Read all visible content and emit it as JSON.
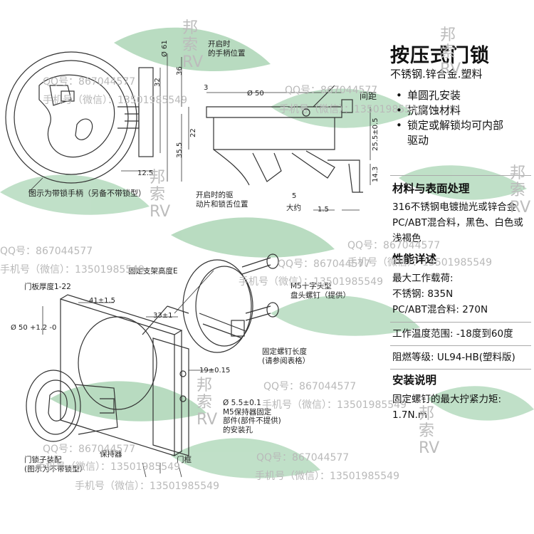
{
  "title": "按压式门锁",
  "subtitle": "不锈钢.锌合金.塑料",
  "bullets": [
    "单圆孔安装",
    "抗腐蚀材料",
    "锁定或解锁均可内部",
    "驱动"
  ],
  "materials": {
    "heading": "材料与表面处理",
    "lines": [
      "316不锈钢电镀抛光或锌合金",
      "PC/ABT混合料，黑色、白色或",
      "浅褐色"
    ]
  },
  "performance": {
    "heading": "性能详述",
    "load_label": "最大工作载荷:",
    "steel": "不锈钢:  835N",
    "pc": "PC/ABT混合料:  270N",
    "temp": "工作温度范围: -18度到60度",
    "flame": "阻燃等级:  UL94-HB(塑料版)"
  },
  "install": {
    "heading": "安装说明",
    "lines": [
      "固定螺钉的最大拧紧力矩:",
      "1.7N.m"
    ]
  },
  "diagram_labels": {
    "open_handle_pos_1": "开启时",
    "open_handle_pos_2": "的手柄位置",
    "gap": "间距",
    "handle_note": "图示为带锁手柄（另备不带锁型）",
    "driver_pos_1": "开启时的驱",
    "driver_pos_2": "动片和锁舌位置",
    "approx": "大约",
    "bracket_height": "固定支架高度E",
    "door_thickness": "门板厚度1-22",
    "screw_1": "M5十字头型",
    "screw_2": "盘头螺钉（提供）",
    "screw_len_1": "固定螺钉长度",
    "screw_len_2": "(请参阅表格）",
    "hole_1": "Ø 5.5±0.1",
    "hole_2": "M5保持器固定",
    "hole_3": "部件(部件不提供)",
    "hole_4": "的安装孔",
    "subassembly_1": "门锁子装配",
    "subassembly_2": "(图示为不带锁型）",
    "retainer": "保持器",
    "door_frame": "门框"
  },
  "dimensions": {
    "d61": "Ø 61",
    "d36": "36",
    "d32": "32",
    "d3": "3",
    "d50": "Ø 50",
    "d22": "22",
    "d355": "35.5",
    "d255": "25.5±0.5",
    "d143": "14.3",
    "d125": "12.5",
    "d5": "5",
    "d15": "1.5",
    "d41": "41±1.5",
    "d33": "33±1",
    "d50tol": "Ø 50 +1.2 -0",
    "d19": "19±0.15"
  },
  "watermarks": {
    "qq": "QQ号：867044577",
    "phone": "手机号（微信）：13501985549",
    "brand_1": "邦",
    "brand_2": "索",
    "brand_3": "RV"
  },
  "colors": {
    "leaf": "#7fbf8e",
    "line": "#333333",
    "watermark": "#bbbbbb"
  }
}
